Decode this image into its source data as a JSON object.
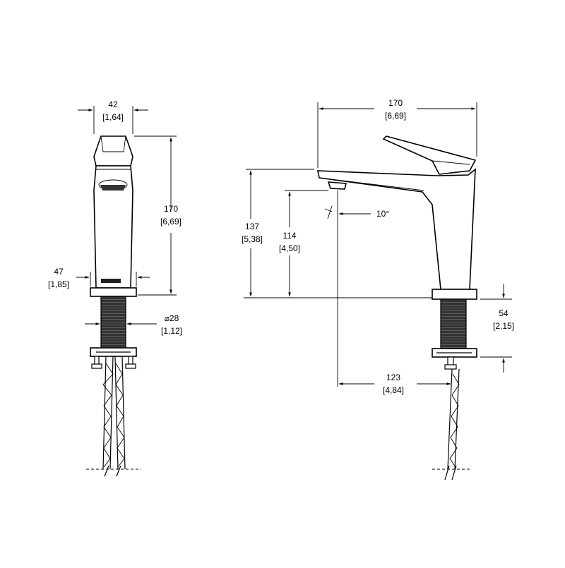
{
  "front_view": {
    "width_mm": "42",
    "width_in": "[1,64]",
    "height_mm": "170",
    "height_in": "[6,69]",
    "base_mm": "47",
    "base_in": "[1,85]",
    "shank_mm": "⌀28",
    "shank_in": "[1,12]"
  },
  "side_view": {
    "length_mm": "170",
    "length_in": "[6,69]",
    "spout_height_mm": "137",
    "spout_height_in": "[5,38]",
    "outlet_height_mm": "114",
    "outlet_height_in": "[4,50]",
    "angle": "10°",
    "shank_length_mm": "54",
    "shank_length_in": "[2,15]",
    "reach_mm": "123",
    "reach_in": "[4,84]"
  }
}
